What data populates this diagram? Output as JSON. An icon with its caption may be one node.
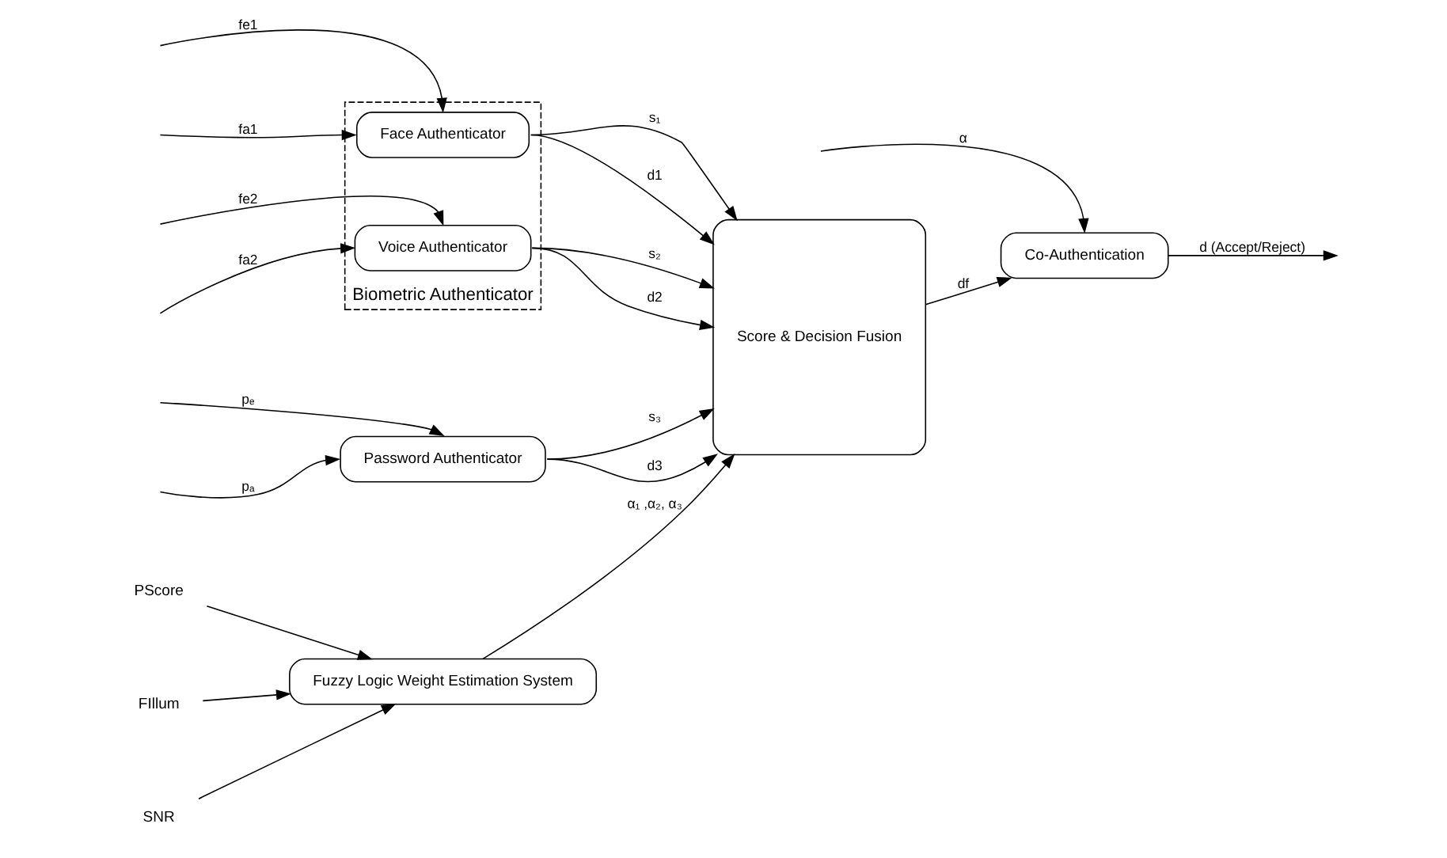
{
  "diagram": {
    "nodes": [
      {
        "text": [
          "PScore"
        ]
      },
      {
        "text": [
          "FIllum"
        ]
      },
      {
        "text": [
          "SNR"
        ]
      },
      {
        "text": [
          "Fuzzy Logic Weight Estimation System"
        ]
      },
      {
        "text": [
          "Biometric Authenticator"
        ]
      },
      {
        "text": [
          "Face Authenticator"
        ],
        "in": 4
      },
      {
        "text": [
          "Voice Authenticator"
        ],
        "in": 4
      },
      {
        "text": [
          "Password Authenticator"
        ]
      },
      {
        "text": [
          "Score & Decision Fusion"
        ]
      },
      {
        "text": [
          "Co-Authentication"
        ]
      }
    ],
    "edges": [
      {
        "from": 0,
        "to": 3,
        "arrow": "to"
      },
      {
        "from": 1,
        "to": 3,
        "arrow": "to"
      },
      {
        "from": 2,
        "to": 3,
        "arrow": "to"
      },
      {
        "from": null,
        "to": 5,
        "arrow": "to",
        "label": "fe1"
      },
      {
        "from": null,
        "to": 5,
        "arrow": "to",
        "label": "fa1"
      },
      {
        "from": null,
        "to": 6,
        "arrow": "to",
        "label": "fe2"
      },
      {
        "from": null,
        "to": 6,
        "arrow": "to",
        "label": "fa2"
      },
      {
        "from": null,
        "to": 7,
        "arrow": "to",
        "label": "pₑ"
      },
      {
        "from": null,
        "to": 7,
        "arrow": "to",
        "label": "pₐ"
      },
      {
        "from": 3,
        "to": 8,
        "arrow": "to",
        "label": "α₁ ,α₂, α₃"
      },
      {
        "from": 5,
        "to": 8,
        "arrow": "to",
        "label": "s₁"
      },
      {
        "from": 5,
        "to": 8,
        "arrow": "to",
        "label": "d1"
      },
      {
        "from": 6,
        "to": 8,
        "arrow": "to",
        "label": "s₂"
      },
      {
        "from": 6,
        "to": 8,
        "arrow": "to",
        "label": "d2"
      },
      {
        "from": 7,
        "to": 8,
        "arrow": "to",
        "label": "s₃"
      },
      {
        "from": 7,
        "to": 8,
        "arrow": "to",
        "label": "d3"
      },
      {
        "from": 8,
        "to": 9,
        "arrow": "to",
        "label": "df"
      },
      {
        "from": null,
        "to": 9,
        "arrow": "to",
        "label": "α"
      },
      {
        "from": 9,
        "to": null,
        "arrow": "to",
        "label": "d (Accept/Reject)"
      }
    ]
  }
}
